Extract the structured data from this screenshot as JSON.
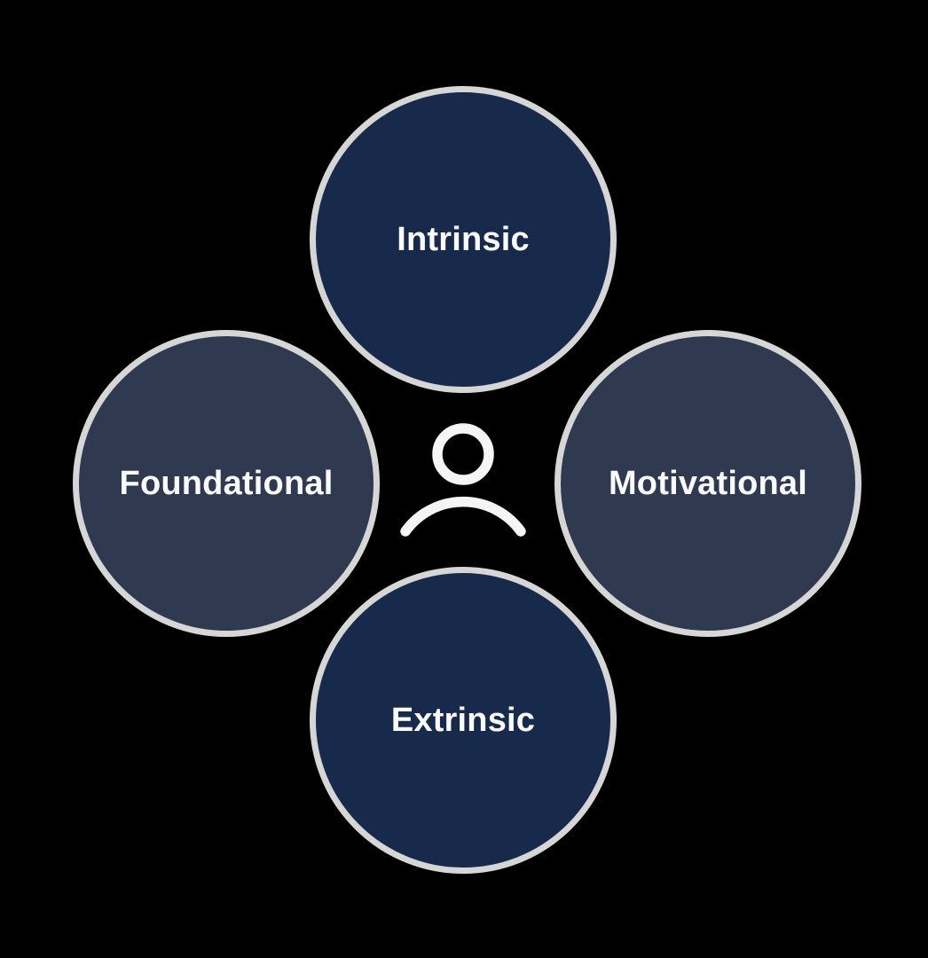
{
  "diagram": {
    "background_color": "#000000",
    "border_color": "#d6d6d6",
    "label_color": "#fafafa",
    "icon_color": "#f5f5f5",
    "center_icon": "person-icon",
    "nodes": [
      {
        "position": "top",
        "label": "Intrinsic",
        "fill": "#182a4b"
      },
      {
        "position": "left",
        "label": "Foundational",
        "fill": "#2f3a50"
      },
      {
        "position": "right",
        "label": "Motivational",
        "fill": "#2f3a50"
      },
      {
        "position": "bottom",
        "label": "Extrinsic",
        "fill": "#182a4b"
      }
    ]
  }
}
